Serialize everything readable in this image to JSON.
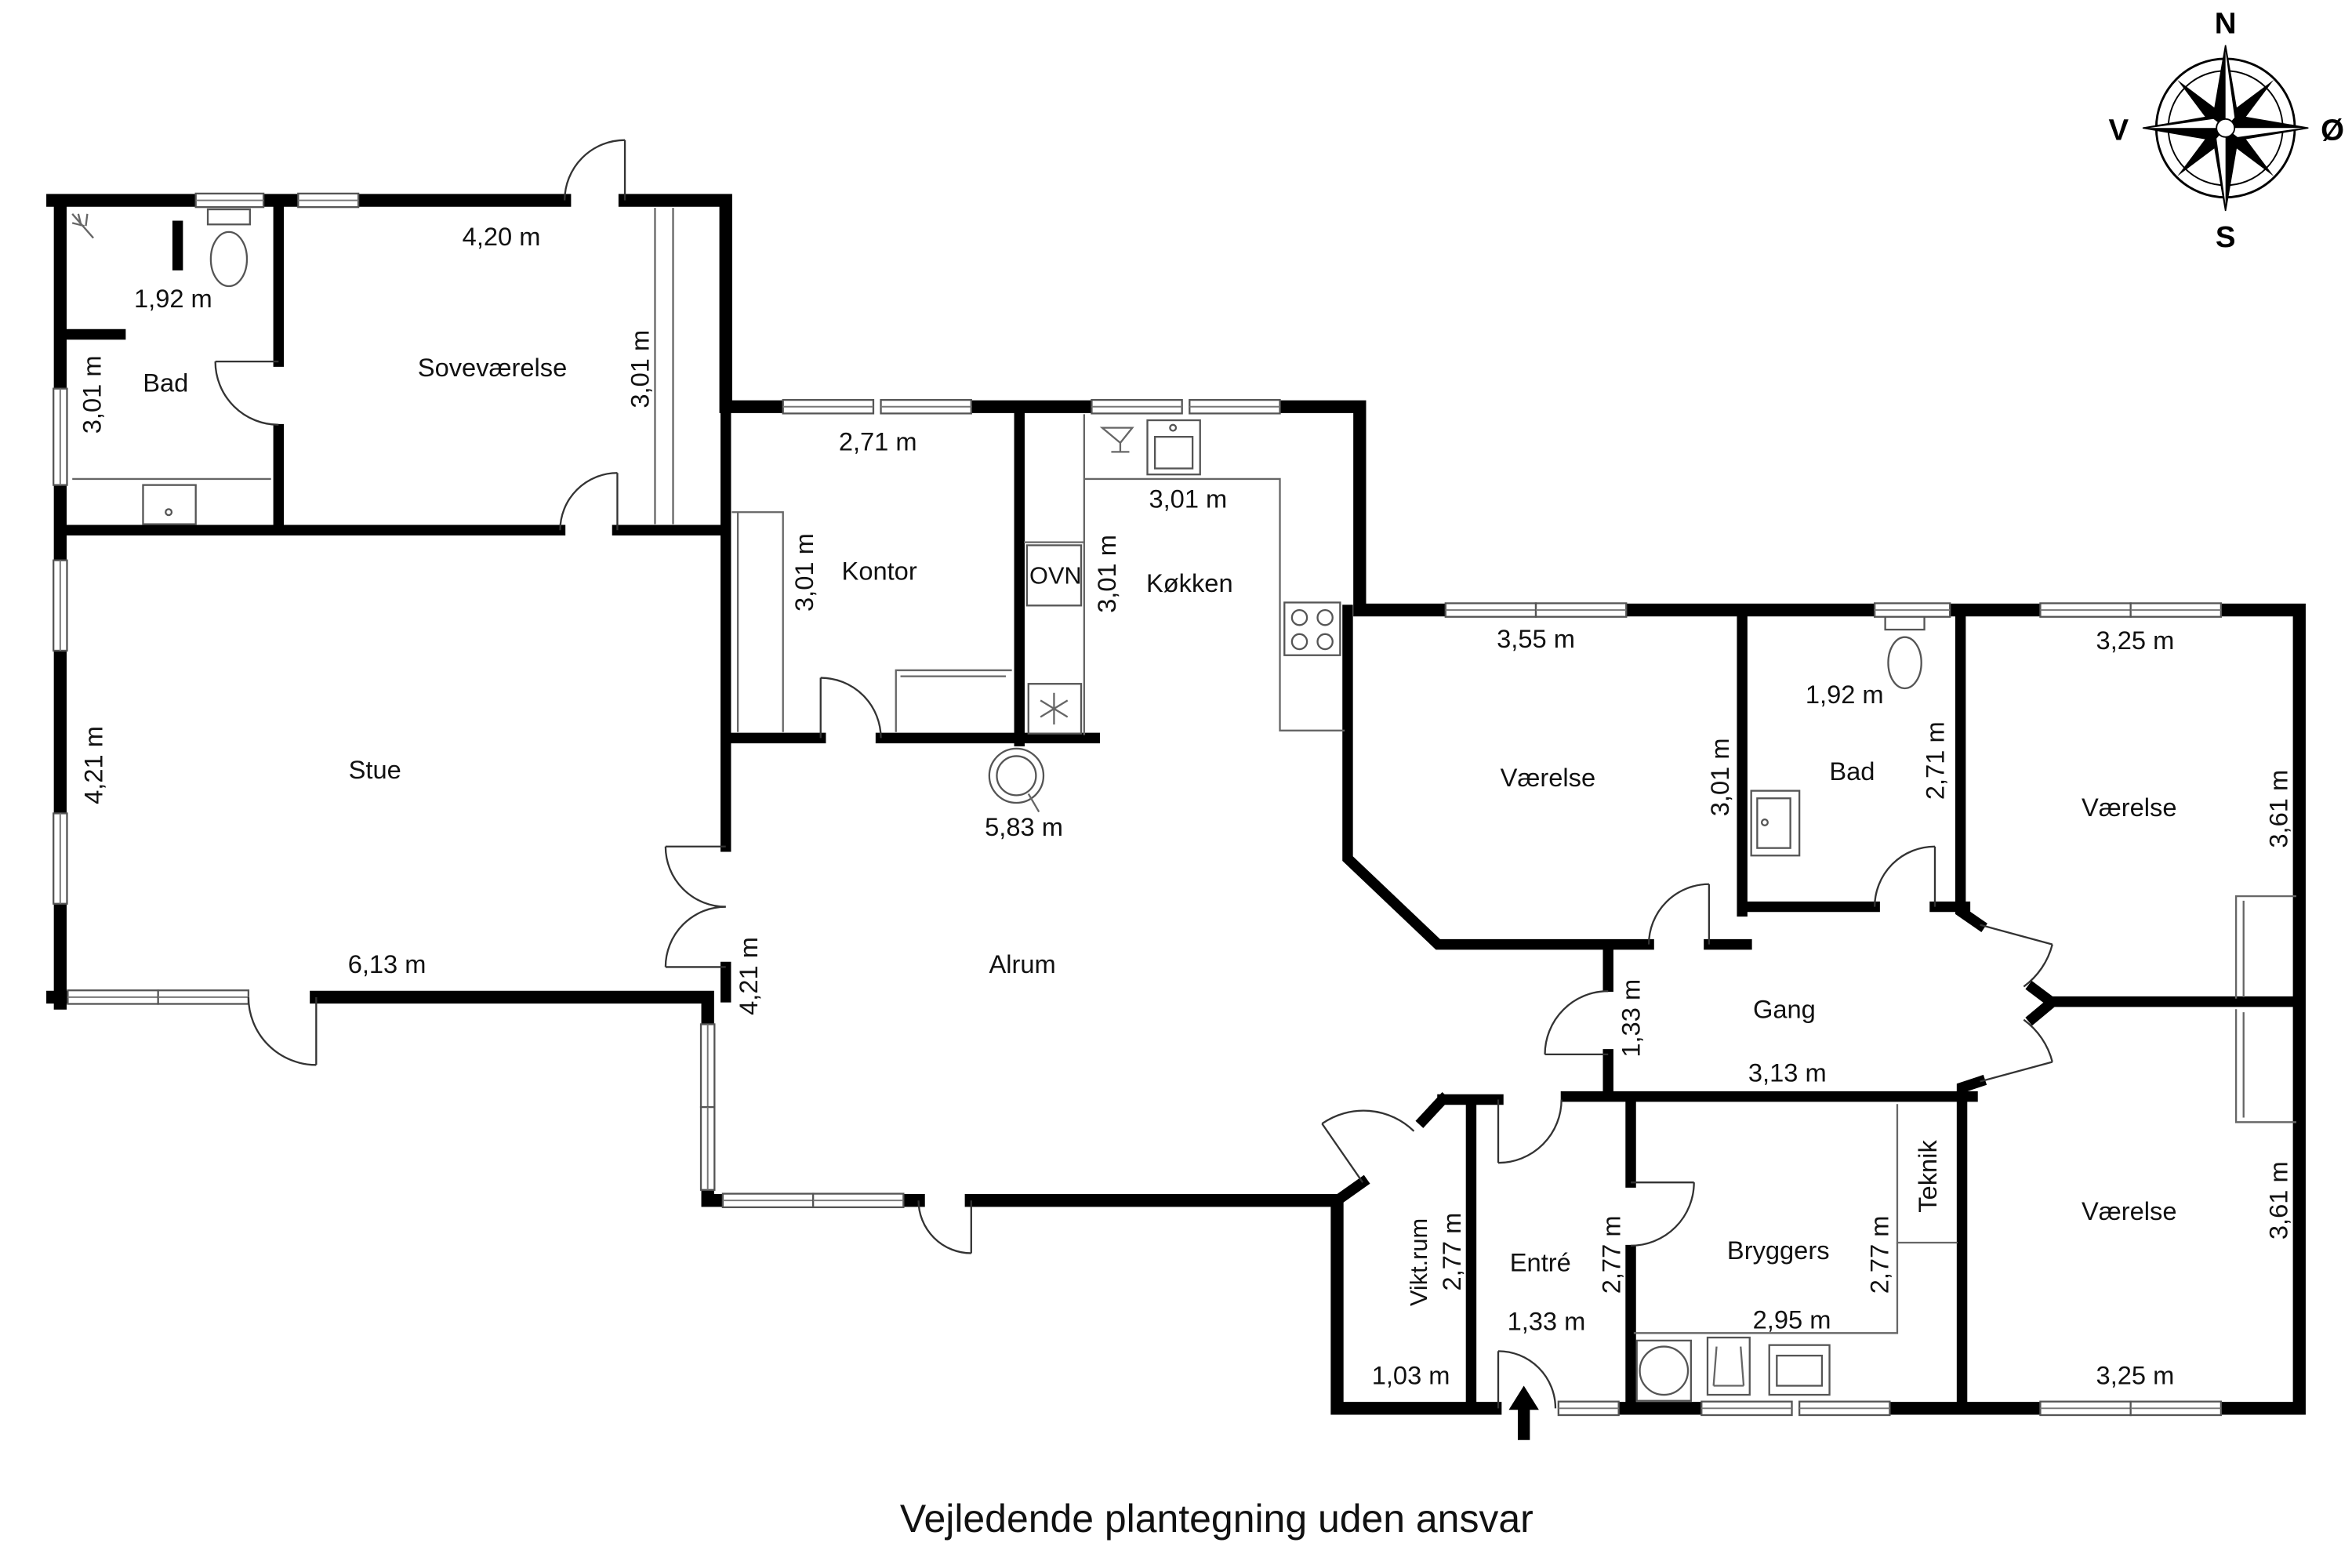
{
  "compass": {
    "north": "N",
    "west": "V",
    "east": "Ø",
    "south": "S"
  },
  "rooms": {
    "bad_1": {
      "name": "Bad",
      "dims": [
        "1,92 m",
        "3,01 m"
      ]
    },
    "sovevaerelse": {
      "name": "Soveværelse",
      "dims": [
        "4,20 m",
        "3,01 m"
      ]
    },
    "kontor": {
      "name": "Kontor",
      "dims": [
        "2,71 m",
        "3,01 m"
      ]
    },
    "kokken": {
      "name": "Køkken",
      "dims": [
        "3,01 m",
        "3,01 m"
      ],
      "oven_label": "OVN"
    },
    "stue": {
      "name": "Stue",
      "dims": [
        "6,13 m",
        "4,21 m"
      ]
    },
    "alrum": {
      "name": "Alrum",
      "dims": [
        "5,83 m",
        "4,21 m"
      ]
    },
    "vaerelse_1": {
      "name": "Værelse",
      "dims": [
        "3,55 m",
        "3,01 m"
      ]
    },
    "bad_2": {
      "name": "Bad",
      "dims": [
        "1,92 m",
        "2,71 m"
      ]
    },
    "vaerelse_2": {
      "name": "Værelse",
      "dims": [
        "3,25 m",
        "3,61 m"
      ]
    },
    "gang": {
      "name": "Gang",
      "dims": [
        "3,13 m",
        "1,33 m"
      ]
    },
    "viktrum": {
      "name": "Vikt.rum",
      "dims": [
        "1,03 m",
        "2,77 m"
      ]
    },
    "entre": {
      "name": "Entré",
      "dims": [
        "1,33 m",
        "2,77 m"
      ]
    },
    "bryggers": {
      "name": "Bryggers",
      "dims": [
        "2,95 m",
        "2,77 m"
      ]
    },
    "teknik": {
      "name": "Teknik"
    },
    "vaerelse_3": {
      "name": "Værelse",
      "dims": [
        "3,25 m",
        "3,61 m"
      ]
    }
  },
  "footer": {
    "disclaimer": "Vejledende plantegning uden ansvar"
  }
}
